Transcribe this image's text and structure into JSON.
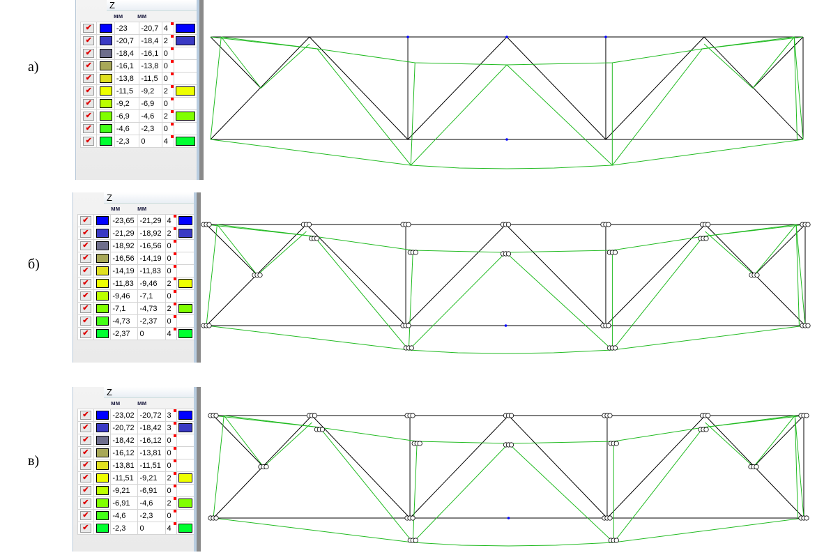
{
  "panels": [
    {
      "label": "а)",
      "header": "Z",
      "units": [
        "мм",
        "мм"
      ],
      "rows": [
        {
          "from": "-23",
          "to": "-20,7",
          "count": "4",
          "color": "#0000ff"
        },
        {
          "from": "-20,7",
          "to": "-18,4",
          "count": "2",
          "color": "#3a3ac4"
        },
        {
          "from": "-18,4",
          "to": "-16,1",
          "count": "0",
          "color": "#6e6e8c"
        },
        {
          "from": "-16,1",
          "to": "-13,8",
          "count": "0",
          "color": "#a8a858"
        },
        {
          "from": "-13,8",
          "to": "-11,5",
          "count": "0",
          "color": "#e0e020"
        },
        {
          "from": "-11,5",
          "to": "-9,2",
          "count": "2",
          "color": "#eeff00"
        },
        {
          "from": "-9,2",
          "to": "-6,9",
          "count": "0",
          "color": "#bbff00"
        },
        {
          "from": "-6,9",
          "to": "-4,6",
          "count": "2",
          "color": "#80ff00"
        },
        {
          "from": "-4,6",
          "to": "-2,3",
          "count": "0",
          "color": "#44ff18"
        },
        {
          "from": "-2,3",
          "to": "0",
          "count": "4",
          "color": "#00ff30"
        }
      ]
    },
    {
      "label": "б)",
      "header": "Z",
      "units": [
        "мм",
        "мм"
      ],
      "rows": [
        {
          "from": "-23,65",
          "to": "-21,29",
          "count": "4",
          "color": "#0000ff"
        },
        {
          "from": "-21,29",
          "to": "-18,92",
          "count": "2",
          "color": "#3a3ac4"
        },
        {
          "from": "-18,92",
          "to": "-16,56",
          "count": "0",
          "color": "#6e6e8c"
        },
        {
          "from": "-16,56",
          "to": "-14,19",
          "count": "0",
          "color": "#a8a858"
        },
        {
          "from": "-14,19",
          "to": "-11,83",
          "count": "0",
          "color": "#e0e020"
        },
        {
          "from": "-11,83",
          "to": "-9,46",
          "count": "2",
          "color": "#eeff00"
        },
        {
          "from": "-9,46",
          "to": "-7,1",
          "count": "0",
          "color": "#bbff00"
        },
        {
          "from": "-7,1",
          "to": "-4,73",
          "count": "2",
          "color": "#80ff00"
        },
        {
          "from": "-4,73",
          "to": "-2,37",
          "count": "0",
          "color": "#44ff18"
        },
        {
          "from": "-2,37",
          "to": "0",
          "count": "4",
          "color": "#00ff30"
        }
      ]
    },
    {
      "label": "в)",
      "header": "Z",
      "units": [
        "мм",
        "мм"
      ],
      "rows": [
        {
          "from": "-23,02",
          "to": "-20,72",
          "count": "3",
          "color": "#0000ff"
        },
        {
          "from": "-20,72",
          "to": "-18,42",
          "count": "3",
          "color": "#3a3ac4"
        },
        {
          "from": "-18,42",
          "to": "-16,12",
          "count": "0",
          "color": "#6e6e8c"
        },
        {
          "from": "-16,12",
          "to": "-13,81",
          "count": "0",
          "color": "#a8a858"
        },
        {
          "from": "-13,81",
          "to": "-11,51",
          "count": "0",
          "color": "#e0e020"
        },
        {
          "from": "-11,51",
          "to": "-9,21",
          "count": "2",
          "color": "#eeff00"
        },
        {
          "from": "-9,21",
          "to": "-6,91",
          "count": "0",
          "color": "#bbff00"
        },
        {
          "from": "-6,91",
          "to": "-4,6",
          "count": "2",
          "color": "#80ff00"
        },
        {
          "from": "-4,6",
          "to": "-2,3",
          "count": "0",
          "color": "#44ff18"
        },
        {
          "from": "-2,3",
          "to": "0",
          "count": "4",
          "color": "#00ff30"
        }
      ]
    }
  ]
}
